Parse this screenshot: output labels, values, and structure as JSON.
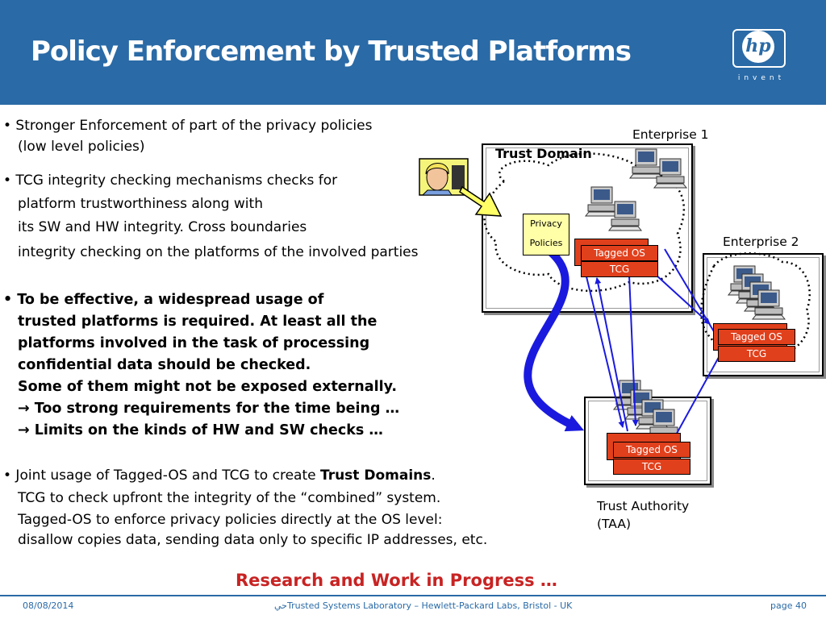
{
  "header": {
    "title": "Policy Enforcement by Trusted Platforms",
    "logo_text": "hp",
    "logo_subtitle": "invent"
  },
  "bullets": {
    "b1_l1": "• Stronger Enforcement of part of the privacy policies",
    "b1_l2": "(low level policies)",
    "b2_l1": "• TCG integrity checking mechanisms checks for",
    "b2_l2": "platform trustworthiness along with",
    "b2_l3": "its SW and HW integrity. Cross boundaries",
    "b2_l4": "integrity checking on the platforms of the involved parties",
    "b3_l1": "• To be effective, a widespread usage of",
    "b3_l2": "trusted platforms is required. At least all the",
    "b3_l3": "platforms involved in the task of processing",
    "b3_l4": "confidential data should be checked.",
    "b3_l5": "Some of them might not be exposed externally.",
    "b3_l6": "→ Too strong requirements for the time being …",
    "b3_l7": "→ Limits on the kinds of HW and SW checks …",
    "b4_l1_pre": "• Joint usage of Tagged-OS and TCG to create ",
    "b4_l1_bold": "Trust Domains",
    "b4_l1_post": ".",
    "b4_l2": "TCG to check upfront the integrity of the “combined” system.",
    "b4_l3": "Tagged-OS to enforce privacy policies directly at the OS level:",
    "b4_l4": "disallow copies data, sending data only to specific IP addresses, etc."
  },
  "diagram": {
    "trust_domain": "Trust Domain",
    "enterprise1": "Enterprise 1",
    "enterprise2": "Enterprise 2",
    "privacy_l1": "Privacy",
    "privacy_l2": "Policies",
    "tagged_os": "Tagged OS",
    "tcg": "TCG",
    "trust_authority_l1": "Trust Authority",
    "trust_authority_l2": "(TAA)"
  },
  "research": "Research and Work in Progress …",
  "footer": {
    "date": "08/08/2014",
    "center": "حيTrusted Systems Laboratory – Hewlett-Packard Labs, Bristol - UK",
    "page": "page 40"
  },
  "colors": {
    "header": "#2a6aa6",
    "tagged_box": "#e1401c",
    "privacy_box": "#ffffa8",
    "arrow": "#1a1adf",
    "research": "#c82323"
  }
}
